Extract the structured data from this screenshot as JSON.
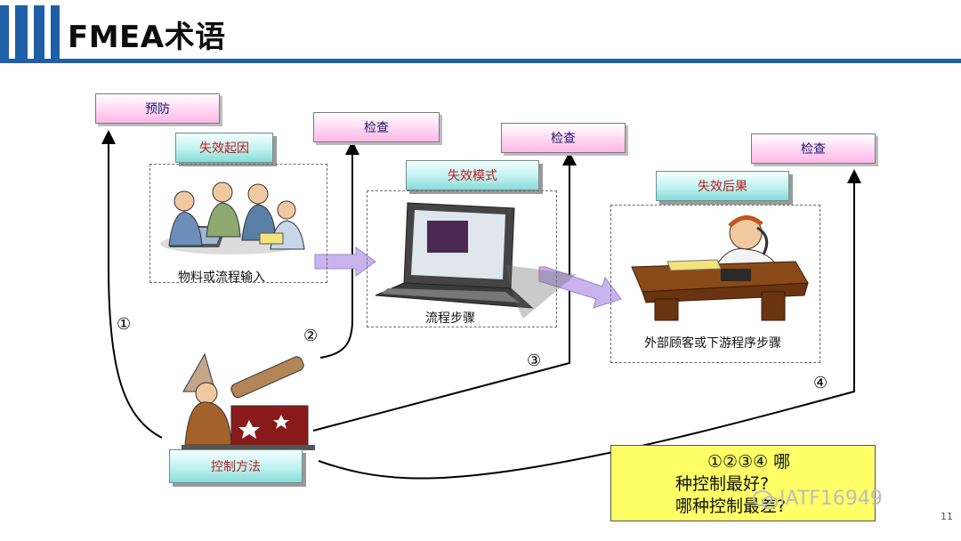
{
  "title": "FMEA术语",
  "labels": {
    "prevent": "预防",
    "check1": "检查",
    "check2": "检查",
    "check3": "检查",
    "failure_cause": "失效起因",
    "failure_mode": "失效模式",
    "failure_effect": "失效后果",
    "control_method": "控制方法"
  },
  "captions": {
    "material_input": "物料或流程输入",
    "process_step": "流程步骤",
    "downstream_step": "外部顾客或下游程序步骤"
  },
  "markers": [
    "①",
    "②",
    "③",
    "④"
  ],
  "question": {
    "line1": "①②③④ 哪",
    "line2": "种控制最好?",
    "line3": "哪种控制最差?"
  },
  "watermark": "IATF16949",
  "page_number": "11",
  "colors": {
    "header_blue": "#1f5fa8",
    "arrow_purple": "#c9b3ee",
    "note_yellow": "#ffff66"
  }
}
